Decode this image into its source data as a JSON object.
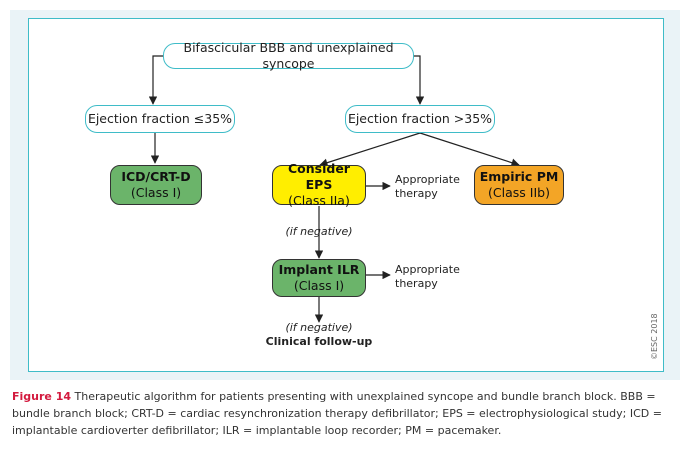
{
  "flowchart": {
    "start": "Bifascicular BBB and unexplained syncope",
    "ef_low": "Ejection fraction ≤35%",
    "ef_high": "Ejection fraction >35%",
    "icd": {
      "title": "ICD/CRT-D",
      "class": "(Class I)"
    },
    "eps": {
      "title": "Consider EPS",
      "class": "(Class IIa)"
    },
    "empiric": {
      "title": "Empiric PM",
      "class": "(Class IIb)"
    },
    "ilr": {
      "title": "Implant ILR",
      "class": "(Class I)"
    },
    "appropriate_1": [
      "Appropriate",
      "therapy"
    ],
    "appropriate_2": [
      "Appropriate",
      "therapy"
    ],
    "if_negative_1": "(if negative)",
    "if_negative_2": "(if negative)",
    "clinical_followup": "Clinical follow-up"
  },
  "copyright": "©ESC 2018",
  "caption": {
    "label": "Figure 14",
    "text": " Therapeutic algorithm for patients presenting with unexplained syncope and bundle branch block. BBB = bundle branch block; CRT-D = cardiac resynchronization therapy defibrillator; EPS = electrophysiological study; ICD = implantable cardioverter defibrillator; ILR = implantable loop recorder; PM = pacemaker."
  },
  "colors": {
    "frame": "#3fbcc8",
    "green": "#6bb46a",
    "yellow": "#ffee00",
    "orange": "#f3a526",
    "caption_label": "#d31a3e"
  }
}
